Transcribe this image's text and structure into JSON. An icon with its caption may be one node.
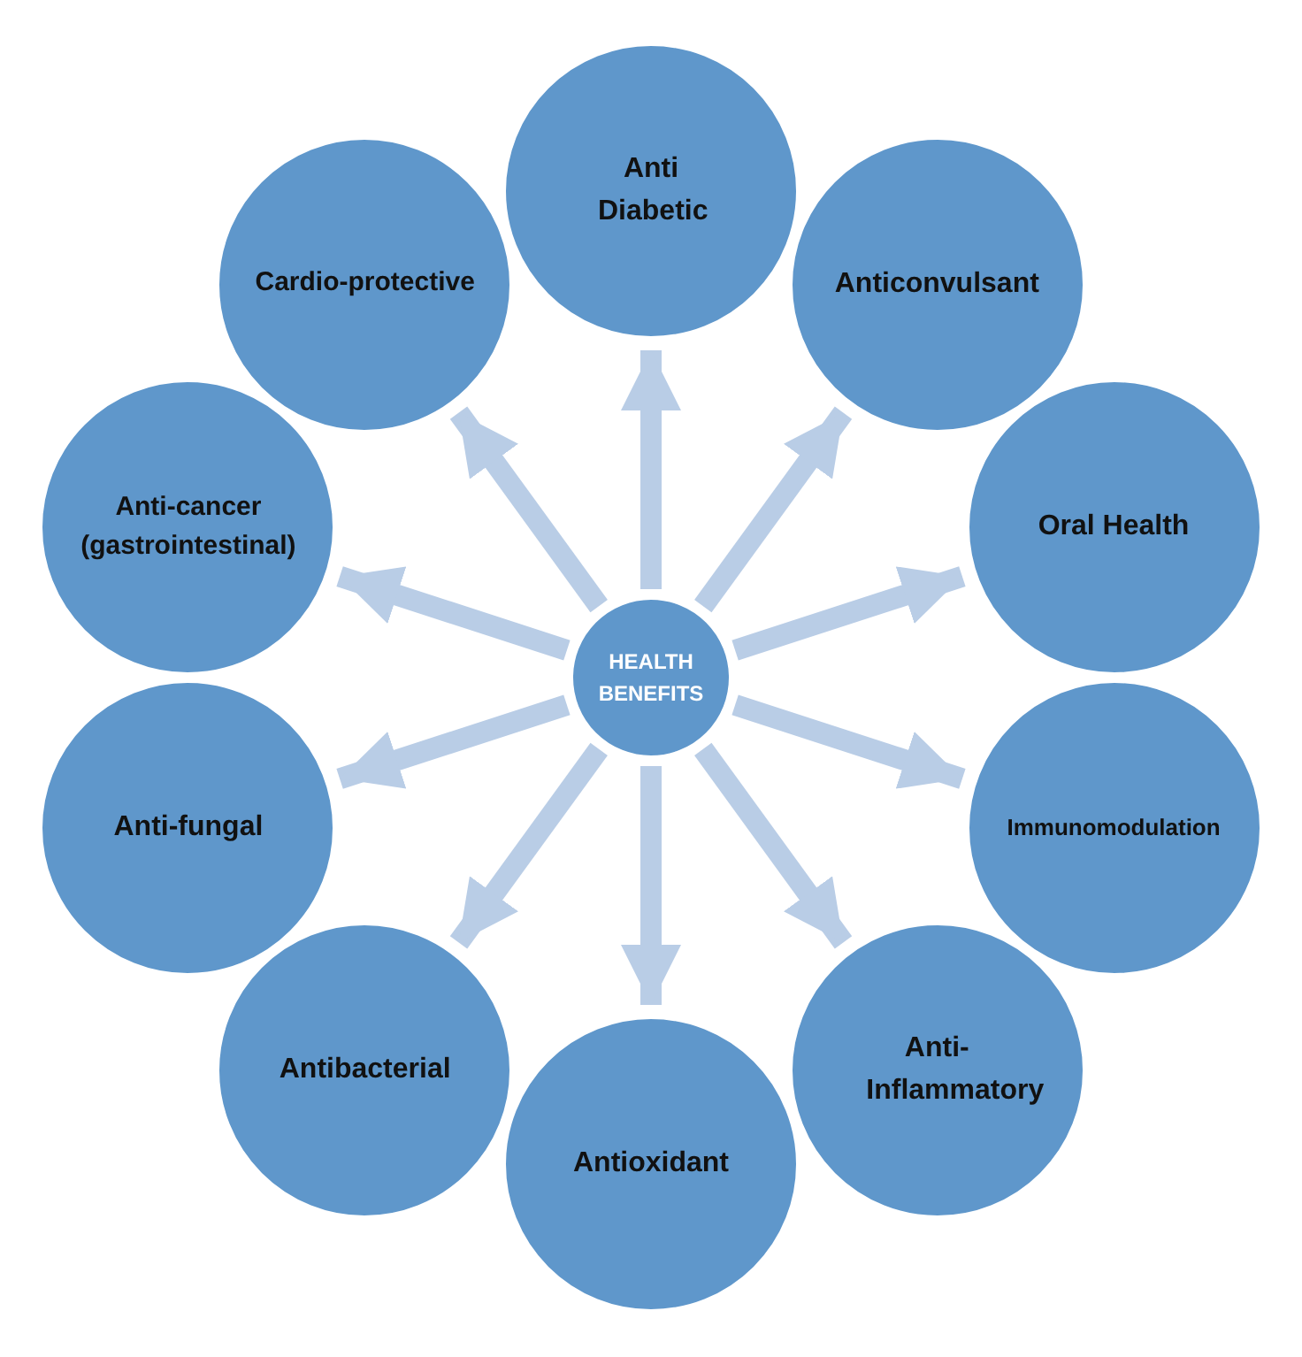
{
  "diagram": {
    "nodes": [
      {
        "text": [
          "HEALTH BENEFITS"
        ]
      },
      {
        "text": [
          "Anti Diabetic"
        ]
      },
      {
        "text": [
          "Anticonvulsant"
        ]
      },
      {
        "text": [
          "Oral Health"
        ]
      },
      {
        "text": [
          "Immunomodulation"
        ]
      },
      {
        "text": [
          "Anti-Inflammatory"
        ]
      },
      {
        "text": [
          "Antioxidant"
        ]
      },
      {
        "text": [
          "Antibacterial"
        ]
      },
      {
        "text": [
          "Anti-fungal"
        ]
      },
      {
        "text": [
          "Anti-cancer (gastrointestinal)"
        ]
      },
      {
        "text": [
          "Cardio-protective"
        ]
      }
    ],
    "edges": [
      {
        "from": 0,
        "to": 1,
        "arrow": "to"
      },
      {
        "from": 0,
        "to": 2,
        "arrow": "to"
      },
      {
        "from": 0,
        "to": 3,
        "arrow": "to"
      },
      {
        "from": 0,
        "to": 4,
        "arrow": "to"
      },
      {
        "from": 0,
        "to": 5,
        "arrow": "to"
      },
      {
        "from": 0,
        "to": 6,
        "arrow": "to"
      },
      {
        "from": 0,
        "to": 7,
        "arrow": "to"
      },
      {
        "from": 0,
        "to": 8,
        "arrow": "to"
      },
      {
        "from": 0,
        "to": 9,
        "arrow": "to"
      },
      {
        "from": 0,
        "to": 10,
        "arrow": "to"
      }
    ]
  }
}
